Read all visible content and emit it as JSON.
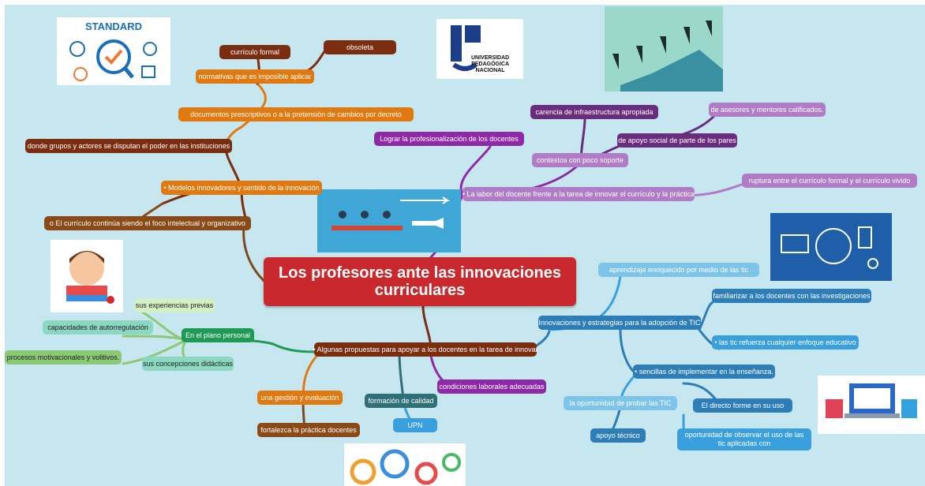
{
  "central": {
    "title": "Los profesores ante las innovaciones curriculares"
  },
  "top_left": {
    "curriculo_formal": "currículo formal",
    "obsoleta": "obsoleta",
    "normativas": "normativas que es imposible aplicar",
    "documentos": "documentos prescriptivos o a la pretensión de cambios por decreto",
    "grupos": "donde grupos y actores se disputan el poder en las instituciones",
    "modelos": "• Modelos innovadores y sentido de la innovación",
    "curriculo_foco": "o El currículo continúa siendo el foco intelectual y organizativo"
  },
  "top_right": {
    "lograr": "Lograr la profesionalización de los docentes",
    "carencia": "carencia de infraestructura apropiada",
    "asesores": "de asesores y mentores calificados.",
    "apoyo_social": "de apoyo social de parte de los pares",
    "contextos": "contextos con poco soporte",
    "labor": "• La labor del docente frente a la tarea de innovar el currículo y la práctica",
    "ruptura": "ruptura entre el currículo formal y el currículo vivido"
  },
  "bottom_left": {
    "experiencias": "sus experiencias previas",
    "autorregulacion": "capacidades de autorregulación",
    "plano_personal": "En el plano personal",
    "procesos": "procesos motivacionales y volitivos.",
    "concepciones": "sus concepciones didácticas",
    "propuestas": "• Algunas propuestas para apoyar a los docentes en la tarea de innovar",
    "gestion": "una gestión y evaluación",
    "fortalezca": "fortalezca la práctica docentes",
    "formacion": "formación de calidad",
    "upn": "UPN",
    "condiciones": "condiciones laborales adecuadas"
  },
  "bottom_right": {
    "aprendizaje": "aprendizaje enriquecido por medio de las tic",
    "innovaciones": "Innovaciones y estrategias para la adopción de TIC",
    "familiarizar": "familiarizar a los docentes con las investigaciones",
    "refuerza": "• las tic refuerza cualquier enfoque educativo",
    "sencillas": "• sencillas de implementar en la enseñanza.",
    "oportunidad_probar": "la oportunidad de probar las TIC",
    "directo": "El directo forme en su uso",
    "apoyo_tecnico": "apoyo técnico",
    "oportunidad_observar": "oportunidad de observar el uso de las tic aplicadas con"
  },
  "images": {
    "standard_label": "STANDARD",
    "upn_line1": "UNIVERSIDAD",
    "upn_line2": "PEDAGÓGICA",
    "upn_line3": "NACIONAL"
  },
  "colors": {
    "background": "#c6e7ef",
    "central": "#c9282d",
    "brown": "#7b2d10",
    "orange": "#e07a10",
    "purple": "#8e2aa8",
    "dark_purple": "#6a2c7c",
    "lavender": "#b07cc6",
    "green": "#1e9a55",
    "light_green": "#b9e4a8",
    "teal": "#2f6f78",
    "blue": "#3aa0dd",
    "light_blue": "#7ec4e8"
  }
}
